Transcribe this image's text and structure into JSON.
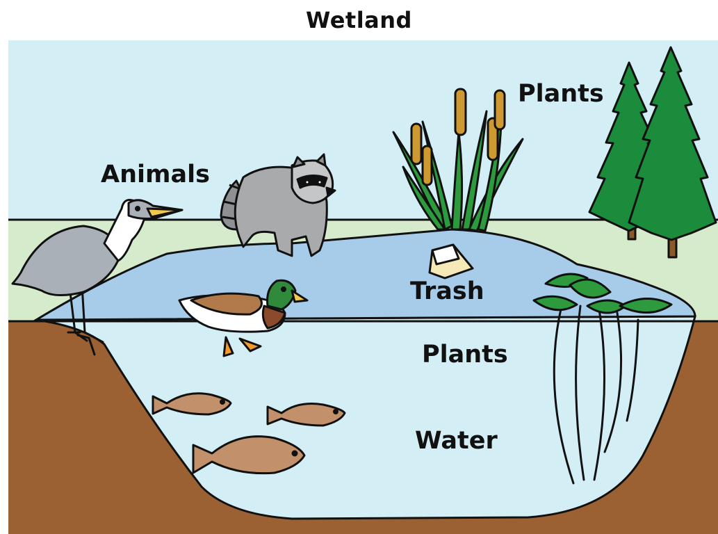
{
  "title": "Wetland",
  "labels": {
    "animals": "Animals",
    "plants_top": "Plants",
    "trash": "Trash",
    "plants_water": "Plants",
    "water": "Water"
  },
  "colors": {
    "sky": "#d4eef6",
    "ground": "#d6ebcc",
    "pond_surface": "#a6ccea",
    "water": "#d4eef6",
    "soil": "#9b6133",
    "trees": "#1b8b3c",
    "cattail": "#cf9932"
  }
}
